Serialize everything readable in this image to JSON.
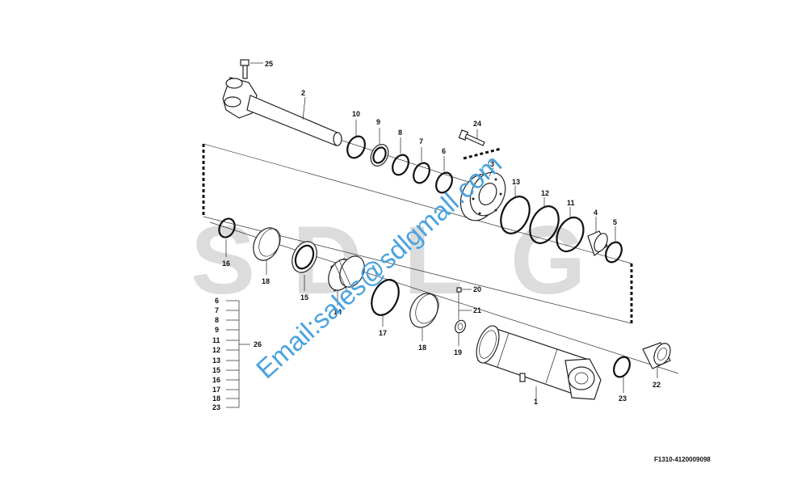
{
  "watermark": {
    "brand": "SDLG",
    "email": "Email:sales@sdlgmall.com"
  },
  "figure_code": "F1310-4120009098",
  "callouts": {
    "c1": "1",
    "c2": "2",
    "c3": "3",
    "c4": "4",
    "c5": "5",
    "c6": "6",
    "c7": "7",
    "c8": "8",
    "c9": "9",
    "c10": "10",
    "c11": "11",
    "c12": "12",
    "c13": "13",
    "c14": "14",
    "c15": "15",
    "c16": "16",
    "c17": "17",
    "c18a": "18",
    "c18b": "18",
    "c19": "19",
    "c20": "20",
    "c21": "21",
    "c22": "22",
    "c23": "23",
    "c24": "24",
    "c25": "25"
  },
  "seal_kit": {
    "label": "26",
    "items": [
      "6",
      "7",
      "8",
      "9",
      "11",
      "12",
      "13",
      "15",
      "16",
      "17",
      "18",
      "23"
    ]
  },
  "colors": {
    "watermark_gray": "#dcdcdc",
    "email_blue": "#4aa3de",
    "line": "#222222"
  }
}
